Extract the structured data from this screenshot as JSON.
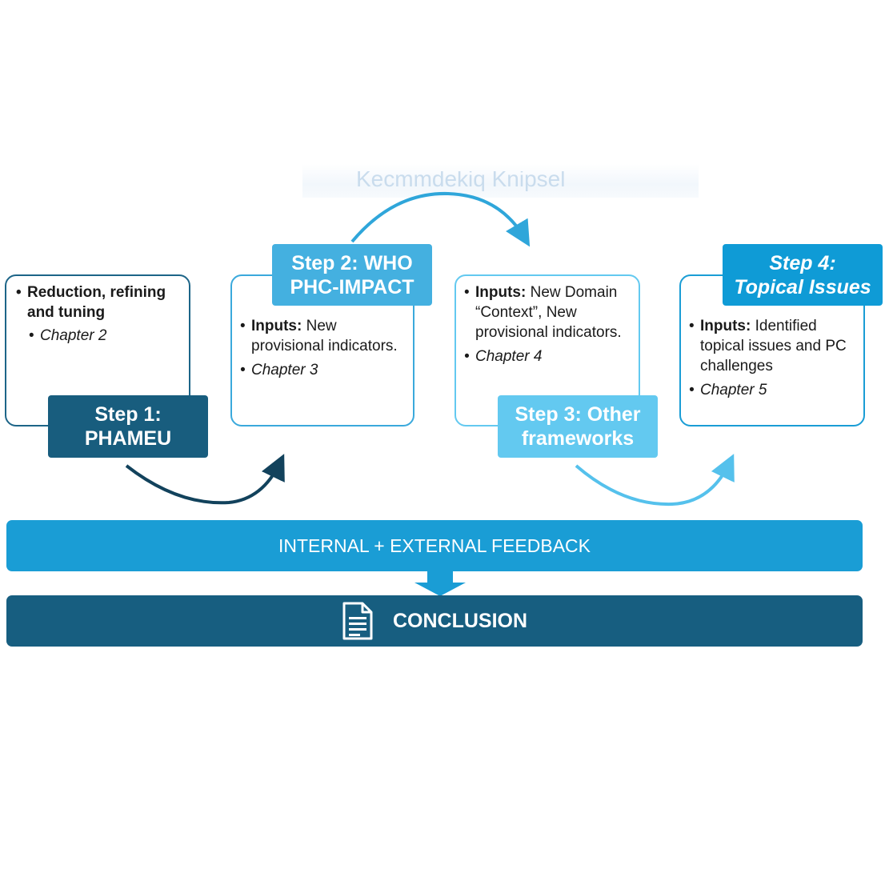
{
  "ghost_caption": "Kecmmdekiq Knipsel",
  "colors": {
    "step1": "#185d7e",
    "step2": "#44b0e0",
    "step3": "#63c9f0",
    "step4": "#0f9bd6",
    "feedback": "#1a9dd5",
    "conclusion": "#175e80"
  },
  "steps": [
    {
      "label": "Step 1:\nPHAMEU",
      "inputs_label": "",
      "inputs_text": "Reduction, refining and tuning",
      "chapter": "Chapter 2"
    },
    {
      "label": "Step 2: WHO\nPHC-IMPACT",
      "inputs_label": "Inputs:",
      "inputs_text": " New provisional indicators.",
      "chapter": "Chapter 3"
    },
    {
      "label": "Step 3: Other\nframeworks",
      "inputs_label": "Inputs:",
      "inputs_text": " New Domain “Context”, New provisional indicators.",
      "chapter": "Chapter 4"
    },
    {
      "label": "Step 4:\nTopical Issues",
      "inputs_label": "Inputs:",
      "inputs_text": " Identified topical issues and PC challenges",
      "chapter": "Chapter 5"
    }
  ],
  "feedback": "INTERNAL + EXTERNAL FEEDBACK",
  "conclusion": "CONCLUSION",
  "icons": {
    "flow_arrow": "curved-arrow-icon",
    "down_arrow": "down-arrow-icon",
    "document": "document-icon"
  }
}
